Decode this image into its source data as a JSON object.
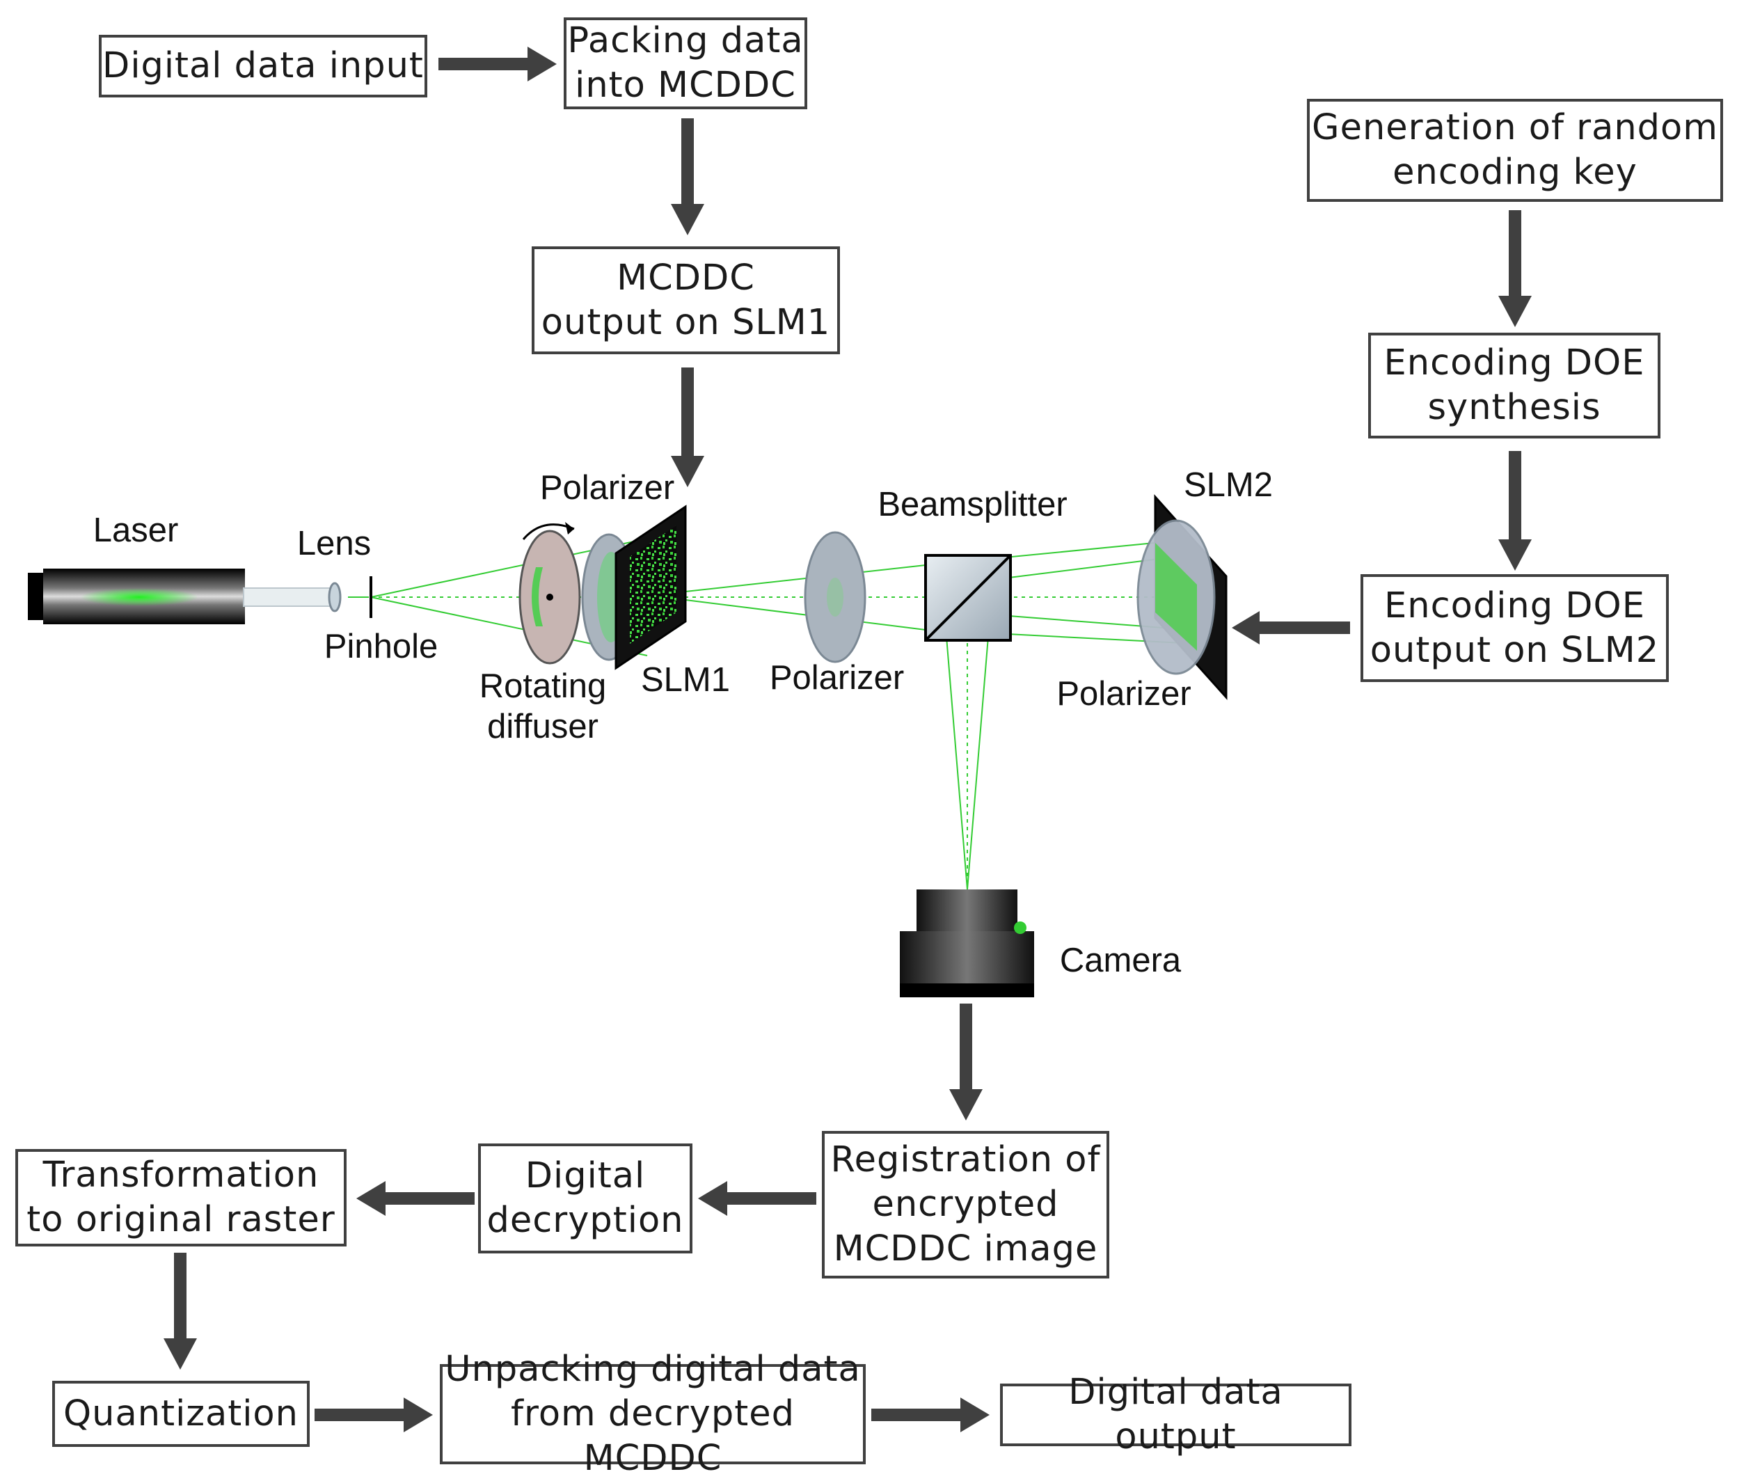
{
  "boxes": {
    "digital_input": "Digital data input",
    "packing": "Packing data\ninto MCDDC",
    "mcddc_output": "MCDDC\noutput on SLM1",
    "random_key": "Generation of random\nencoding key",
    "doe_synthesis": "Encoding DOE\nsynthesis",
    "doe_output": "Encoding DOE\noutput on SLM2",
    "registration": "Registration of\nencrypted\nMCDDC image",
    "decryption": "Digital\ndecryption",
    "transformation": "Transformation\nto original raster",
    "quantization": "Quantization",
    "unpacking": "Unpacking digital data\nfrom decrypted MCDDC",
    "digital_output": "Digital data output"
  },
  "labels": {
    "laser": "Laser",
    "lens": "Lens",
    "pinhole": "Pinhole",
    "polarizer_1": "Polarizer",
    "rotating_diffuser": "Rotating\ndiffuser",
    "slm1": "SLM1",
    "polarizer_2": "Polarizer",
    "beamsplitter": "Beamsplitter",
    "slm2": "SLM2",
    "polarizer_3": "Polarizer",
    "camera": "Camera"
  },
  "colors": {
    "arrow": "#404040",
    "beam": "#33cc33",
    "box_border": "#404040"
  }
}
